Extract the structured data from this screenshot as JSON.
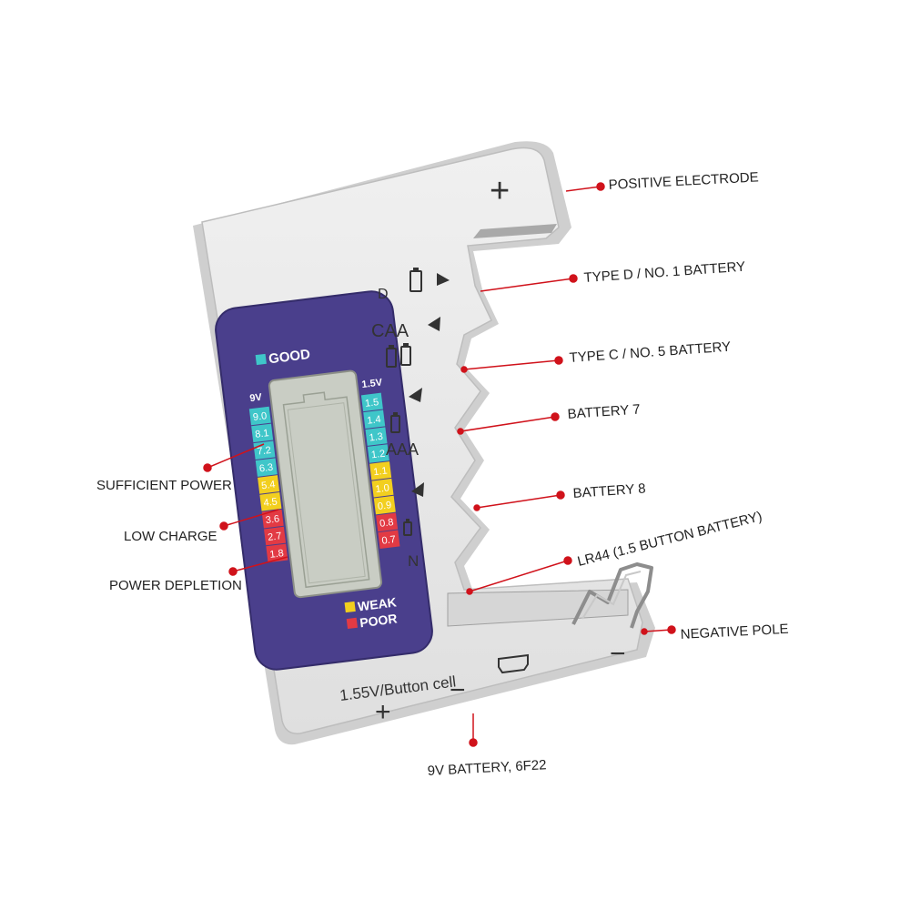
{
  "device": {
    "symbols": {
      "top_plus": "+",
      "bottom_plus": "+",
      "bottom_minus": "−",
      "right_minus": "−"
    },
    "slot_labels": {
      "d": "D",
      "caa": "CAA",
      "aaa": "AAA",
      "n": "N"
    },
    "bottom_text": "1.55V/Button cell"
  },
  "display": {
    "good_label": "GOOD",
    "weak_label": "WEAK",
    "poor_label": "POOR",
    "scale_9v_header": "9V",
    "scale_15v_header": "1.5V",
    "scale_9v": [
      {
        "value": "9.0",
        "level": "good"
      },
      {
        "value": "8.1",
        "level": "good"
      },
      {
        "value": "7.2",
        "level": "good"
      },
      {
        "value": "6.3",
        "level": "good"
      },
      {
        "value": "5.4",
        "level": "weak"
      },
      {
        "value": "4.5",
        "level": "weak"
      },
      {
        "value": "3.6",
        "level": "poor"
      },
      {
        "value": "2.7",
        "level": "poor"
      },
      {
        "value": "1.8",
        "level": "poor"
      }
    ],
    "scale_15v": [
      {
        "value": "1.5",
        "level": "good"
      },
      {
        "value": "1.4",
        "level": "good"
      },
      {
        "value": "1.3",
        "level": "good"
      },
      {
        "value": "1.2",
        "level": "good"
      },
      {
        "value": "1.1",
        "level": "weak"
      },
      {
        "value": "1.0",
        "level": "weak"
      },
      {
        "value": "0.9",
        "level": "weak"
      },
      {
        "value": "0.8",
        "level": "poor"
      },
      {
        "value": "0.7",
        "level": "poor"
      }
    ],
    "colors": {
      "good": "#3fc6c9",
      "weak": "#f2cf1f",
      "poor": "#e23a44",
      "panel": "#4a3f8c",
      "lcd": "#c9cdc4"
    }
  },
  "callouts": {
    "positive_electrode": "POSITIVE ELECTRODE",
    "type_d": "TYPE D / NO. 1 BATTERY",
    "type_c": "TYPE C / NO. 5 BATTERY",
    "battery7": "BATTERY 7",
    "battery8": "BATTERY 8",
    "lr44": "LR44 (1.5 BUTTON BATTERY)",
    "negative_pole": "NEGATIVE POLE",
    "nine_v": "9V BATTERY, 6F22",
    "sufficient_power": "SUFFICIENT POWER",
    "low_charge": "LOW CHARGE",
    "power_depletion": "POWER DEPLETION"
  },
  "callout_color": "#d0121b"
}
